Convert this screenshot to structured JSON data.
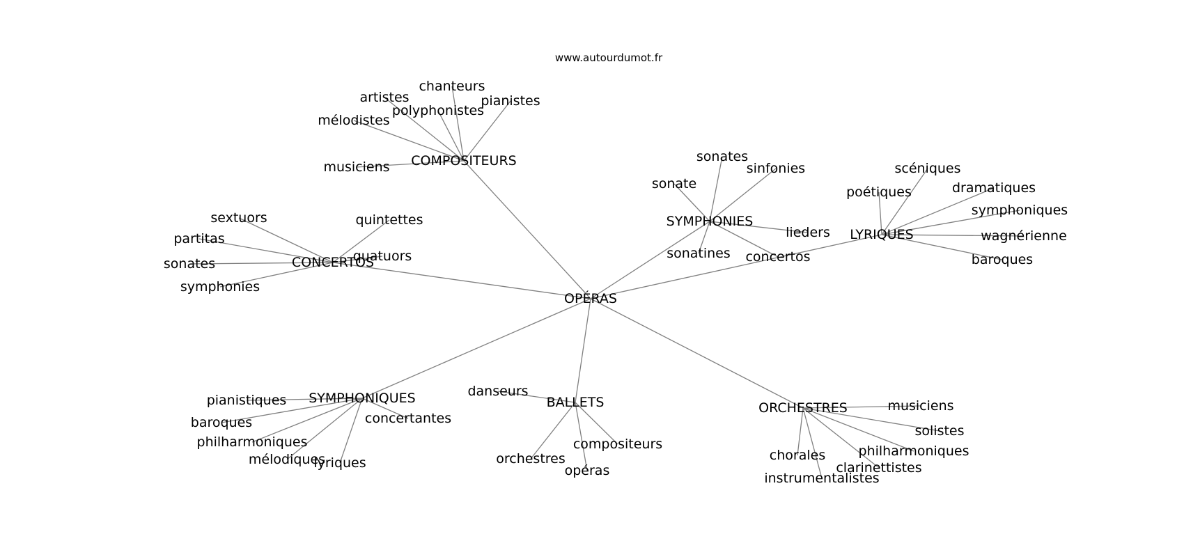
{
  "source": "www.autourdumot.fr",
  "colors": {
    "edge": "#808080",
    "text": "#000000",
    "background": "#ffffff"
  },
  "graph": {
    "center": "OPÉRAS",
    "clusters": [
      {
        "label": "COMPOSITEURS",
        "leaves": [
          "chanteurs",
          "artistes",
          "pianistes",
          "polyphonistes",
          "mélodistes",
          "musiciens"
        ]
      },
      {
        "label": "CONCERTOS",
        "leaves": [
          "sextuors",
          "quintettes",
          "partitas",
          "quatuors",
          "sonates",
          "symphonies"
        ]
      },
      {
        "label": "SYMPHONIES",
        "leaves": [
          "sonates",
          "sinfonies",
          "sonate",
          "lieders",
          "sonatines",
          "concertos"
        ]
      },
      {
        "label": "LYRIQUES",
        "leaves": [
          "scéniques",
          "dramatiques",
          "poétiques",
          "symphoniques",
          "wagnérienne",
          "baroques"
        ]
      },
      {
        "label": "SYMPHONIQUES",
        "leaves": [
          "pianistiques",
          "baroques",
          "concertantes",
          "philharmoniques",
          "mélodiques",
          "lyriques"
        ]
      },
      {
        "label": "BALLETS",
        "leaves": [
          "danseurs",
          "compositeurs",
          "orchestres",
          "opéras"
        ]
      },
      {
        "label": "ORCHESTRES",
        "leaves": [
          "musiciens",
          "solistes",
          "philharmoniques",
          "chorales",
          "clarinettistes",
          "instrumentalistes"
        ]
      }
    ]
  }
}
